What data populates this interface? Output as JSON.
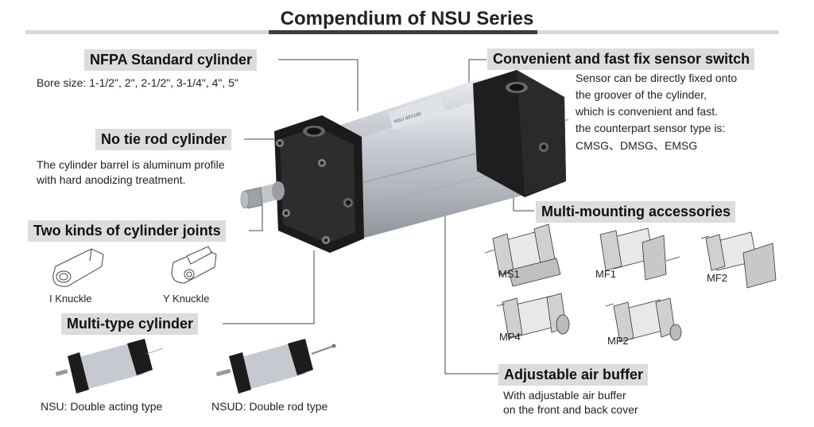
{
  "page": {
    "title": "Compendium of NSU Series"
  },
  "features": {
    "nfpa": {
      "label": "NFPA Standard cylinder",
      "desc": "Bore size: 1-1/2\", 2\", 2-1/2\", 3-1/4\", 4\", 5\""
    },
    "no_tie_rod": {
      "label": "No tie rod cylinder",
      "desc": [
        "The cylinder barrel is aluminum profile",
        "with hard anodizing treatment."
      ]
    },
    "joints": {
      "label": "Two kinds of cylinder joints",
      "items": [
        "I Knuckle",
        "Y Knuckle"
      ]
    },
    "multi_type": {
      "label": "Multi-type cylinder",
      "items": [
        "NSU: Double acting type",
        "NSUD: Double rod type"
      ]
    },
    "sensor": {
      "label": "Convenient and fast fix sensor switch",
      "desc": [
        "Sensor can be directly fixed onto",
        "the groover of the cylinder,",
        "which is convenient and fast.",
        "the counterpart sensor type is:",
        "CMSG、DMSG、EMSG"
      ]
    },
    "mounting": {
      "label": "Multi-mounting accessories",
      "items": [
        "MS1",
        "MF1",
        "MF2",
        "MP4",
        "MP2"
      ]
    },
    "buffer": {
      "label": "Adjustable air buffer",
      "desc": [
        "With adjustable air buffer",
        "on the front and back cover"
      ]
    }
  },
  "colors": {
    "tag_bg": "#dcdcdc",
    "rule_dark": "#3c3c3c",
    "rule_light": "#d9d9d9",
    "cap_black": "#1e1e1e",
    "barrel": "#c8ccd2"
  }
}
